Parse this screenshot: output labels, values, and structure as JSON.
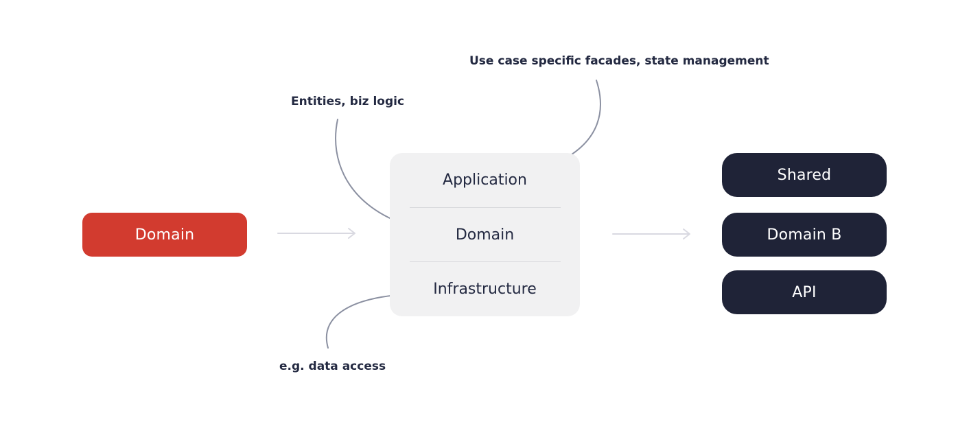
{
  "colors": {
    "bg": "#ffffff",
    "accent-red": "#d23b2f",
    "navy": "#1f2337",
    "panel-bg": "#f1f1f2",
    "text-dark": "#232941",
    "arrow-light": "#d9d9e1",
    "arrow-dark": "#8b90a1",
    "divider": "#d8d9dc"
  },
  "source_box": {
    "label": "Domain"
  },
  "layers_panel": {
    "sections": [
      {
        "label": "Application"
      },
      {
        "label": "Domain"
      },
      {
        "label": "Infrastructure"
      }
    ]
  },
  "target_boxes": [
    {
      "label": "Shared"
    },
    {
      "label": "Domain B"
    },
    {
      "label": "API"
    }
  ],
  "annotations": {
    "application_note": "Use case specific facades, state management",
    "domain_note": "Entities, biz logic",
    "infrastructure_note": "e.g. data access"
  }
}
